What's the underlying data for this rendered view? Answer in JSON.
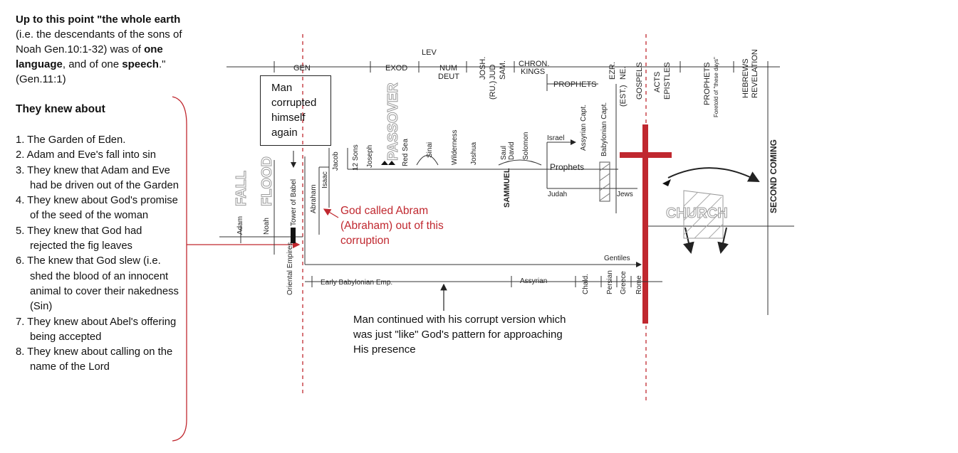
{
  "intro": {
    "p1": "Up to this point \"the whole earth",
    "p2": "(i.e. the descendants of the sons of",
    "p3": "Noah Gen.10:1-32) was of ",
    "b1": "one",
    "b2": "language",
    "p4": ", and of one ",
    "b3": "speech",
    "p5": ".\"",
    "p6": "(Gen.11:1)"
  },
  "knew_title": "They knew about",
  "knew_items": [
    "1. The Garden of Eden.",
    "2. Adam and Eve's fall into sin",
    "3. They knew that Adam and Eve had be driven out of the Garden",
    "4. They knew about God's promise of the seed of the woman",
    "5. They knew that God had rejected the fig leaves",
    "6. The knew that God slew (i.e. shed the blood of an innocent animal to cover their nakedness (Sin)",
    "7. They knew about Abel's offering being accepted",
    "8. They knew about calling on the name of the Lord"
  ],
  "callouts": {
    "man_corrupted": [
      "Man",
      "corrupted",
      "himself",
      "again"
    ],
    "god_called": "God called Abram (Abraham) out of this corruption",
    "man_continued": "Man continued with his corrupt version which was just \"like\" God's pattern for approaching His presence"
  },
  "timeline": {
    "books_h": {
      "gen": "GEN",
      "exod": "EXOD",
      "lev": "LEV",
      "num": "NUM",
      "deut": "DEUT",
      "chron": "CHRON.",
      "kings": "KINGS",
      "prophets": "PROPHETS"
    },
    "books_v": {
      "josh": "JOSH.",
      "jud": "JUD",
      "ru": "(RU.)",
      "sam": "SAM.",
      "ezr": "EZR.",
      "ne": "NE.",
      "est": "(EST.)",
      "gospels": "GOSPELS",
      "acts": "ACTS",
      "epistles": "EPISTLES",
      "prophets_nt": "PROPHETS",
      "foretold": "Foretold of \"these days\"",
      "hebrews": "HEBREWS",
      "revelation": "REVELATION"
    },
    "eras": {
      "fall": "FALL",
      "flood": "FLOOD",
      "passover": "PASSOVER",
      "church": "CHURCH",
      "second_coming": "SECOND  COMING"
    },
    "people": {
      "adam": "Adam",
      "noah": "Noah",
      "babel": "Tower of Babel",
      "abraham": "Abraham",
      "isaac": "Isaac",
      "jacob": "Jacob",
      "twelve_sons": "12 Sons",
      "joseph": "Joseph",
      "red_sea": "Red Sea",
      "sinai": "Sinai",
      "wilderness": "Wilderness",
      "joshua": "Joshua",
      "saul": "Saul",
      "david": "David",
      "solomon": "Solomon",
      "sammuel": "SAMMUEL",
      "israel": "Israel",
      "assyrian_capt": "Assyrian Capt.",
      "prophets_h": "Prophets",
      "judah": "Judah",
      "babylonian_capt": "Babylonian Capt.",
      "jews": "Jews",
      "gentiles": "Gentiles"
    },
    "empires": {
      "oriental": "Oriental Empires",
      "early_bab": "Early  Babylonian  Emp.",
      "assyrian": "Assyrian",
      "chald": "Chald.",
      "persian": "Persian",
      "greece": "Greece",
      "rome": "Rome"
    }
  },
  "colors": {
    "accent_red": "#c0282f",
    "line": "#333333",
    "outline_gray": "#9a9a9a"
  }
}
